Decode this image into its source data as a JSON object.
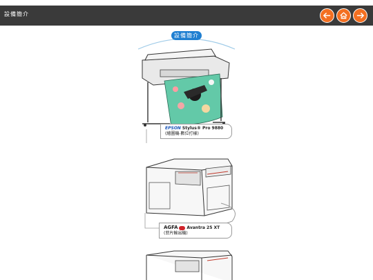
{
  "header": {
    "title": "設備簡介",
    "colors": {
      "bar": "#3a3a3a",
      "button": "#f36f21"
    },
    "buttons": [
      {
        "id": "back",
        "icon": "arrow-left-icon"
      },
      {
        "id": "home",
        "icon": "home-icon"
      },
      {
        "id": "next",
        "icon": "arrow-right-icon"
      }
    ]
  },
  "main": {
    "section_title": "設備簡介",
    "devices": [
      {
        "brand": "EPSON",
        "model": "Stylus® Pro 9880",
        "caption": "(繪圖機-數位打樣)"
      },
      {
        "brand": "AGFA",
        "model": "Avantra 25 XT",
        "caption": "(菲片輸出機)"
      }
    ]
  }
}
